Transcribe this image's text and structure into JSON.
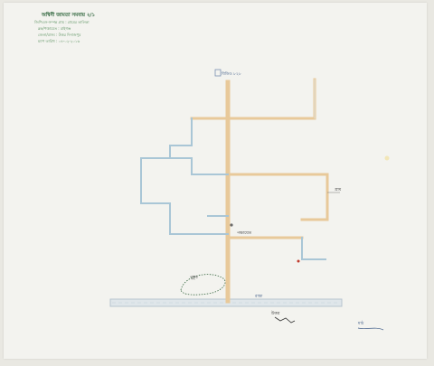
{
  "header_notes": {
    "title": "অশ্বিনী জামতা সমবায় ২/১",
    "lines": [
      "জিপিএস-সম্পন্ন গ্রাম : গ্রামের তালিকা",
      "ব্লক/পঞ্চায়েত : রাইগঞ্জ",
      "জেলা/রাজ্য : উত্তর দিনাজপুর",
      "ম্যাপ তারিখ : ০৪-০২-২০১৬"
    ]
  },
  "labels": {
    "top_label": "বিডিও ৮২৮",
    "right_label": "গ্রাম",
    "center_label": "পঞ্চায়েত",
    "bottom_mark": "মাঠ",
    "pond_label": "পুকুর",
    "north_label": "উত্তর",
    "road_label": "রাস্তা"
  },
  "colors": {
    "paper": "#f3f3ef",
    "orange_road": "#e8c99a",
    "blue_road": "#a9c6d6",
    "ink_green": "#2a6a3a",
    "ink_dark": "#333333",
    "highway": "#b7c4cf"
  }
}
